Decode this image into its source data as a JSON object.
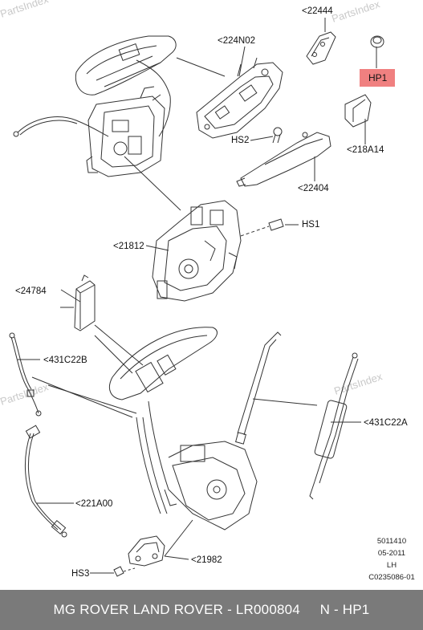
{
  "watermarks": [
    "PartsIndex",
    "PartsIndex",
    "PartsIndex",
    "PartsIndex"
  ],
  "labels": {
    "p22444": "<22444",
    "p224N02": "<224N02",
    "hp1": "HP1",
    "hs2": "HS2",
    "p218A14": "<218A14",
    "p22404": "<22404",
    "hs1": "HS1",
    "p21812": "<21812",
    "p24784": "<24784",
    "p431C22B": "<431C22B",
    "p431C22A": "<431C22A",
    "p221A00": "<221A00",
    "p21982": "<21982",
    "hs3": "HS3"
  },
  "info": {
    "line1": "5011410",
    "line2": "05-2011",
    "line3": "LH",
    "line4": "C0235086-01"
  },
  "footer": {
    "brand": "MG ROVER LAND ROVER",
    "part_number": "LR000804",
    "position": "N - HP1"
  },
  "colors": {
    "highlight": "#f08080",
    "footer_bg": "#7a7a7a"
  }
}
